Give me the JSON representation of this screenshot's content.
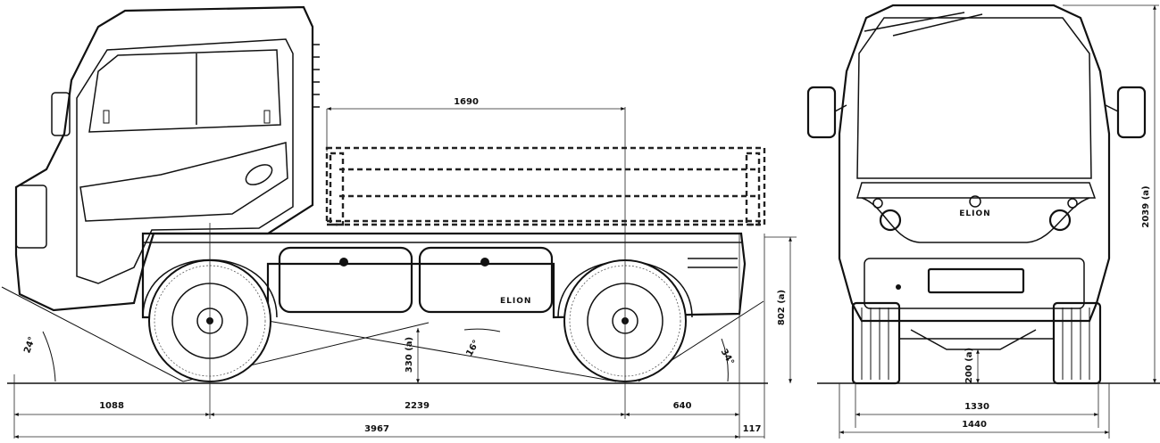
{
  "side_view": {
    "dims": {
      "deck_length": "1690",
      "front_overhang": "1088",
      "wheelbase": "2239",
      "rear_overhang": "640",
      "total_length": "3967",
      "bumper_extra": "117",
      "deck_height": "802 (a)",
      "chassis_clearance": "330 (a)"
    },
    "angles": {
      "approach": "24°",
      "ramp": "16°",
      "departure": "34°"
    },
    "brand": "ELION"
  },
  "front_view": {
    "dims": {
      "height": "2039 (a)",
      "ground_clearance": "200 (a)",
      "track": "1330",
      "width": "1440"
    },
    "brand": "ELION"
  }
}
